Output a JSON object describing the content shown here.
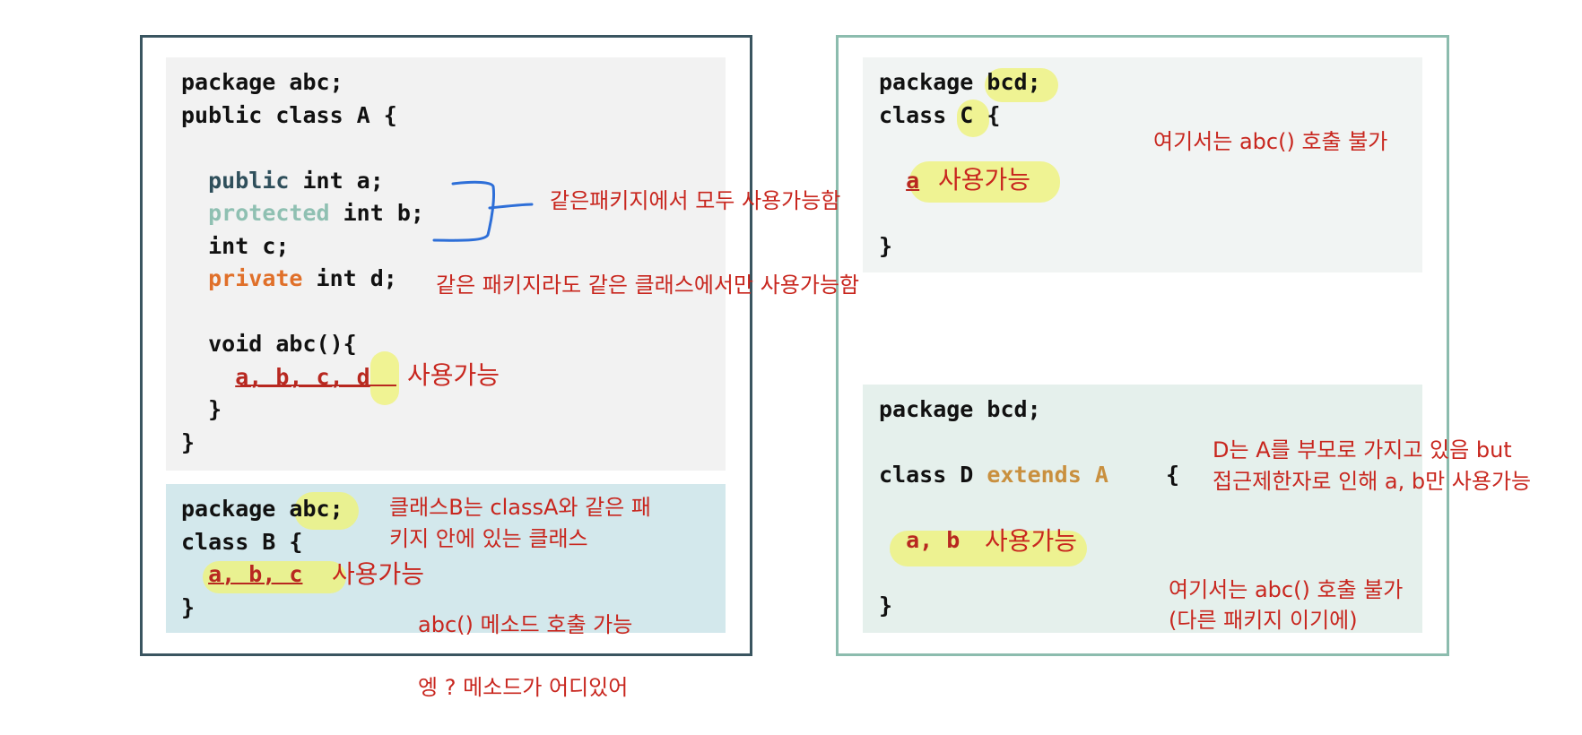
{
  "package_a": {
    "line1": "package abc;",
    "line2": "public class A {",
    "kw_public": "public",
    "decl_a": " int a;",
    "kw_protected": "protected",
    "decl_b": " int b;",
    "decl_c": "int c;",
    "kw_private": "private",
    "decl_d": " int d;",
    "method": "void abc(){",
    "usage_vars": "a, b, c, d",
    "usage_label": "사용가능",
    "close_inner": "}",
    "close_outer": "}"
  },
  "package_b": {
    "line1": "package abc;",
    "line2": "class B {",
    "usage_vars": "a, b, c",
    "usage_label": "사용가능",
    "close": "}"
  },
  "package_c": {
    "line1": "package bcd;",
    "line2": "class C {",
    "usage_vars": "a",
    "usage_label": "사용가능",
    "close": "}"
  },
  "package_d": {
    "line1": "package bcd;",
    "line2_pre": "class D ",
    "kw_extends": "extends",
    "line2_a": " A",
    "line2_brace": "{",
    "usage_vars": "a, b",
    "usage_label": "사용가능",
    "close": "}"
  },
  "notes": {
    "same_package_all": "같은패키지에서 모두 사용가능함",
    "private_note": "같은 패키지라도 같은 클래스에서만 사용가능함",
    "class_b_line1": "클래스B는 classA와 같은 패",
    "class_b_line2": "키지 안에 있는 클래스",
    "abc_callable": "abc() 메소드 호출 가능",
    "where_method": "엥 ? 메소드가 어디있어",
    "c_not_callable": "여기서는 abc() 호출 불가",
    "d_parent_line1": "D는 A를 부모로 가지고 있음 but",
    "d_parent_line2": "접근제한자로 인해 a, b만 사용가능",
    "d_not_callable_line1": "여기서는 abc() 호출 불가",
    "d_not_callable_line2": "(다른 패키지 이기에)"
  },
  "colors": {
    "note_red": "#c8261e",
    "highlight": "#eff27a",
    "public": "#2f4f5b",
    "protected": "#8fc0b2",
    "private": "#e0702a",
    "extends": "#c9903f",
    "pen_blue": "#2e6fd8"
  }
}
